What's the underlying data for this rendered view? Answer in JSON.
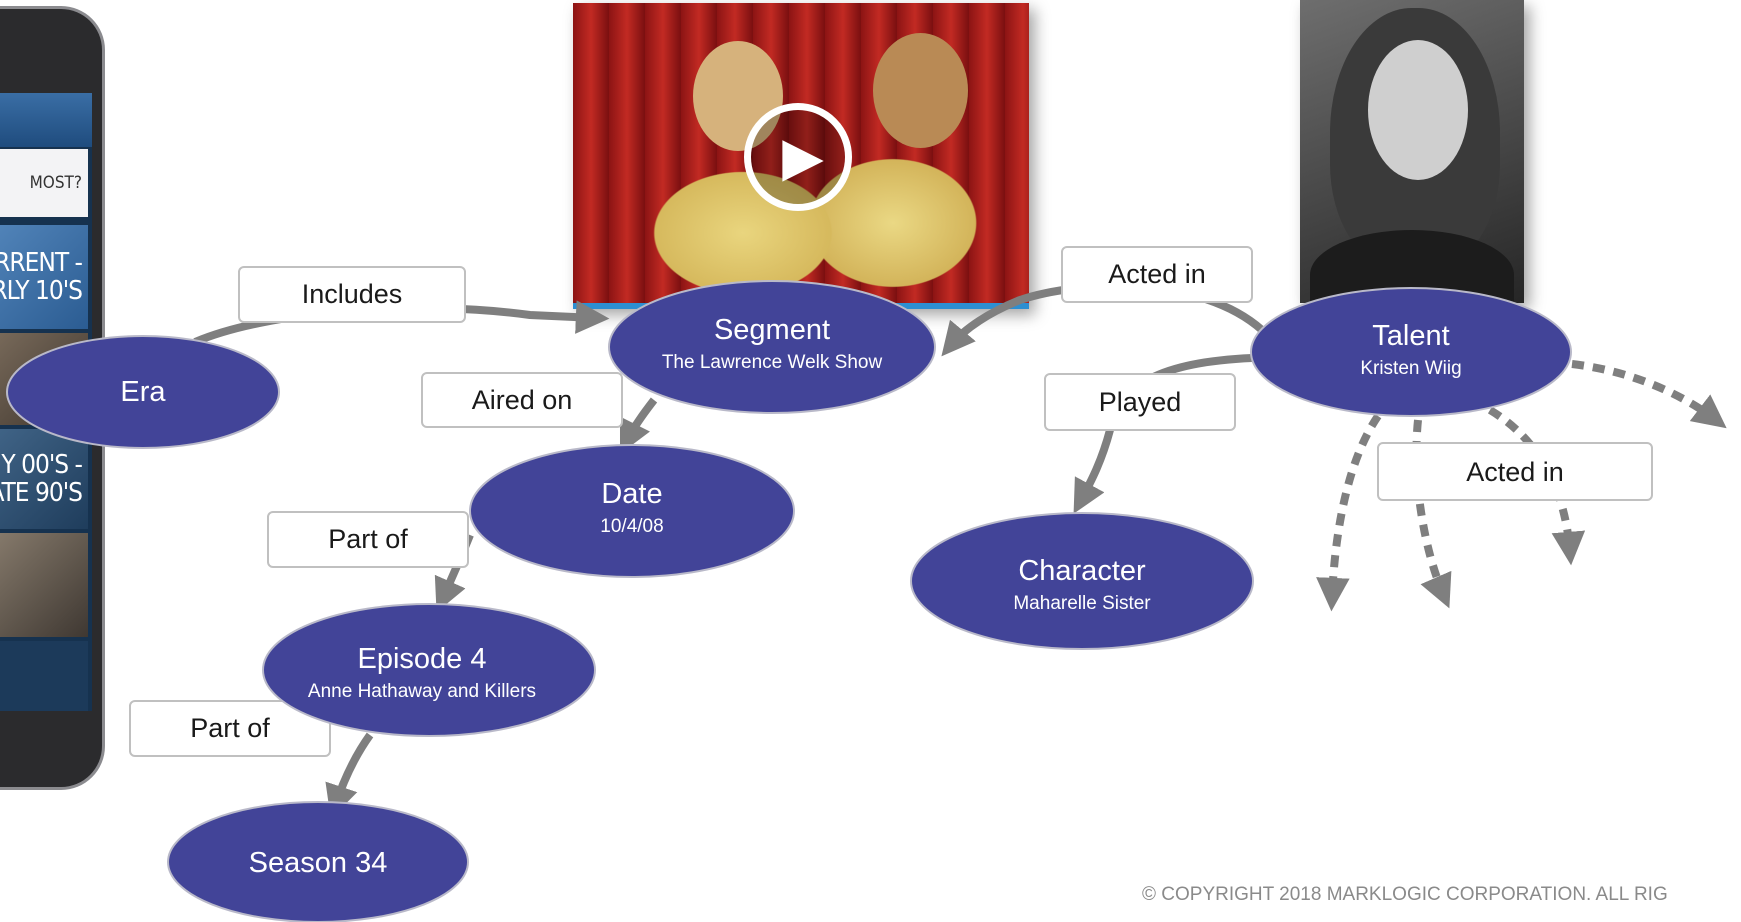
{
  "nodes": [
    {
      "id": "era",
      "title": "Era",
      "subtitle": ""
    },
    {
      "id": "segment",
      "title": "Segment",
      "subtitle": "The Lawrence Welk Show"
    },
    {
      "id": "date",
      "title": "Date",
      "subtitle": "10/4/08"
    },
    {
      "id": "episode",
      "title": "Episode 4",
      "subtitle": "Anne Hathaway and Killers"
    },
    {
      "id": "season",
      "title": "Season 34",
      "subtitle": ""
    },
    {
      "id": "talent",
      "title": "Talent",
      "subtitle": "Kristen Wiig"
    },
    {
      "id": "character",
      "title": "Character",
      "subtitle": "Maharelle Sister"
    }
  ],
  "edges": [
    {
      "label": "Includes",
      "from": "era",
      "to": "segment",
      "style": "solid"
    },
    {
      "label": "Aired on",
      "from": "segment",
      "to": "date",
      "style": "solid"
    },
    {
      "label": "Part of",
      "from": "date",
      "to": "episode",
      "style": "solid"
    },
    {
      "label": "Part of",
      "from": "episode",
      "to": "season",
      "style": "solid"
    },
    {
      "label": "Acted in",
      "from": "talent",
      "to": "segment",
      "style": "solid"
    },
    {
      "label": "Played",
      "from": "talent",
      "to": "character",
      "style": "solid"
    },
    {
      "label": "Acted in",
      "from": "talent",
      "to": "",
      "style": "dashed"
    }
  ],
  "phone": {
    "question": "MOST?",
    "tiles": [
      {
        "line1": "RRENT -",
        "line2": "RLY 10'S"
      },
      {
        "line1": "",
        "line2": ""
      },
      {
        "line1": "Y 00'S -",
        "line2": "ATE 90'S"
      },
      {
        "line1": "",
        "line2": ""
      }
    ]
  },
  "media": {
    "video_icon": "play-icon",
    "photo_icon": "portrait-photo"
  },
  "colors": {
    "node_fill": "#424498",
    "node_text": "#ffffff",
    "edge": "#7f7f7f",
    "label_border": "#c0c0c0",
    "label_text": "#1a1a1a",
    "copyright_text": "#8a8a8a"
  },
  "footer": {
    "copyright": "© COPYRIGHT 2018 MARKLOGIC CORPORATION. ALL RIG"
  }
}
